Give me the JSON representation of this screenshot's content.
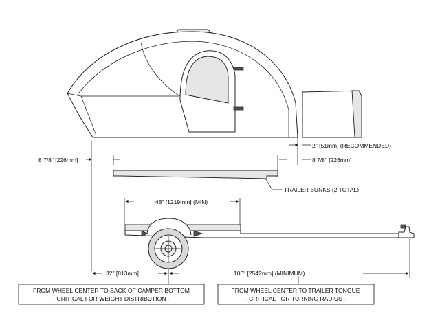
{
  "dimensions": {
    "left_gap": "8 7/8\" [226mm]",
    "top_gap": "2\" [51mm] (RECOMMENDED)",
    "right_gap": "8 7/8\" [226mm]",
    "trailer_bunks": "TRAILER BUNKS (2 TOTAL)",
    "bunk_spacing": "48\" [1219mm] (MIN)",
    "wheel_to_back": "32\" [813mm]",
    "wheel_to_tongue": "100\" [2542mm] (MINIMUM)"
  },
  "notes": {
    "left": {
      "line1": "FROM WHEEL CENTER TO BACK OF CAMPER BOTTOM",
      "line2": "- CRITICAL FOR WEIGHT DISTRIBUTION -"
    },
    "right": {
      "line1": "FROM WHEEL CENTER TO TRAILER TONGUE",
      "line2": "- CRITICAL FOR TURNING RADIUS -"
    }
  }
}
